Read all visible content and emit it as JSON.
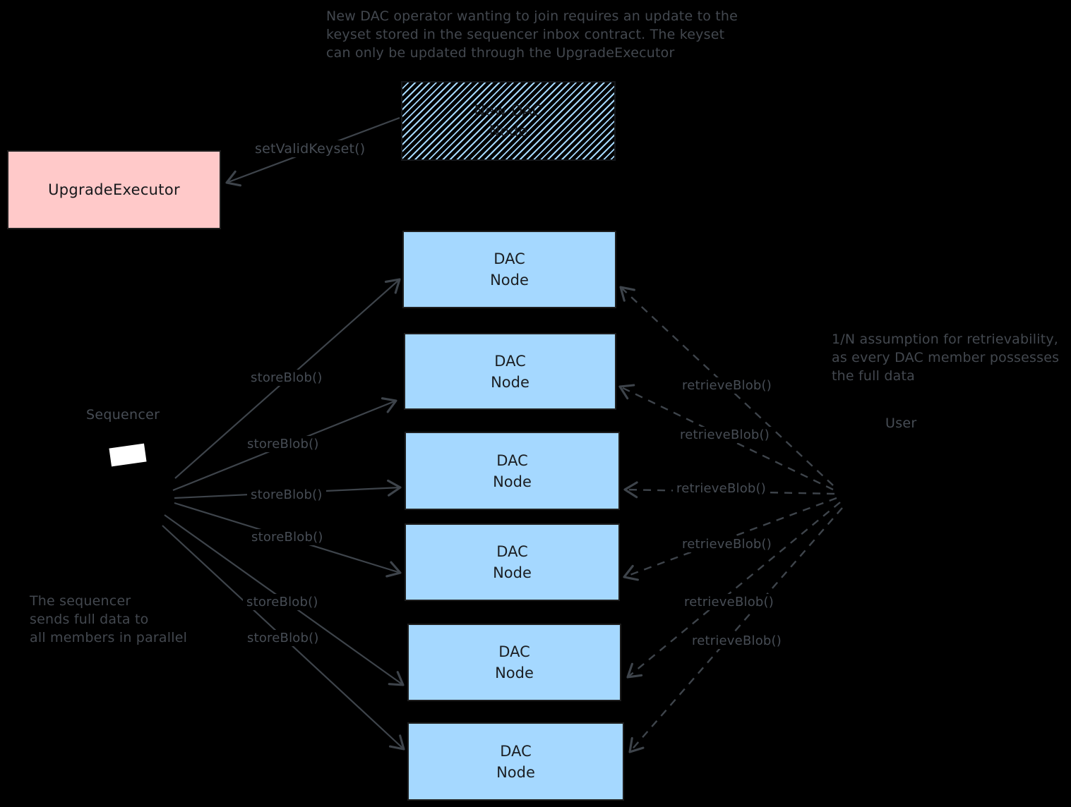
{
  "colors": {
    "background": "#000000",
    "dac_node_fill": "#a5d8ff",
    "upgrade_executor_fill": "#ffc9c9",
    "shape_stroke": "#1e1e1e",
    "annotation_gray": "#43484f",
    "sequencer_screen": "#ffffff"
  },
  "notes": {
    "top": "New DAC operator wanting to join requires an update to the\nkeyset stored in the sequencer inbox contract. The keyset\ncan only be updated through the UpgradeExecutor",
    "retrievability": "1/N assumption for retrievability,\nas every DAC member possesses\nthe full data",
    "parallel": "The sequencer\nsends full data to\nall members in parallel"
  },
  "labels": {
    "sequencer": "Sequencer",
    "user": "User"
  },
  "boxes": {
    "upgrade_executor": {
      "label": "UpgradeExecutor"
    },
    "new_dac_node": {
      "label": "New DAC\nNode"
    },
    "dac_nodes": [
      {
        "label": "DAC\nNode"
      },
      {
        "label": "DAC\nNode"
      },
      {
        "label": "DAC\nNode"
      },
      {
        "label": "DAC\nNode"
      },
      {
        "label": "DAC\nNode"
      },
      {
        "label": "DAC\nNode"
      }
    ]
  },
  "edges": {
    "set_valid_keyset": "setValidKeyset()",
    "store_labels": [
      "storeBlob()",
      "storeBlob()",
      "storeBlob()",
      "storeBlob()",
      "storeBlob()",
      "storeBlob()"
    ],
    "retrieve_labels": [
      "retrieveBlob()",
      "retrieveBlob()",
      "retrieveBlob()",
      "retrieveBlob()",
      "retrieveBlob()",
      "retrieveBlob()"
    ]
  }
}
